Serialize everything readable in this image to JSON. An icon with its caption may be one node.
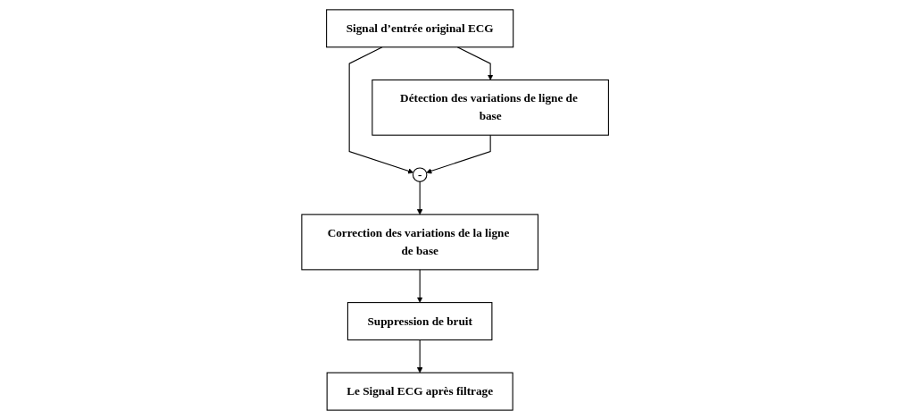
{
  "diagram": {
    "nodes": [
      {
        "text": [
          "Signal d’entrée original ECG"
        ]
      },
      {
        "text": [
          "Détection des variations de ligne de base"
        ]
      },
      {
        "text": [
          "-"
        ]
      },
      {
        "text": [
          "Correction des variations de la ligne de base"
        ]
      },
      {
        "text": [
          "Suppression de bruit"
        ]
      },
      {
        "text": [
          "Le Signal ECG après filtrage"
        ]
      }
    ],
    "edges": [
      {
        "from": 0,
        "to": 1,
        "arrow": "to"
      },
      {
        "from": 0,
        "to": 2,
        "arrow": "to"
      },
      {
        "from": 1,
        "to": 2,
        "arrow": "to"
      },
      {
        "from": 2,
        "to": 3,
        "arrow": "to"
      },
      {
        "from": 3,
        "to": 4,
        "arrow": "to"
      },
      {
        "from": 4,
        "to": 5,
        "arrow": "to"
      }
    ]
  }
}
